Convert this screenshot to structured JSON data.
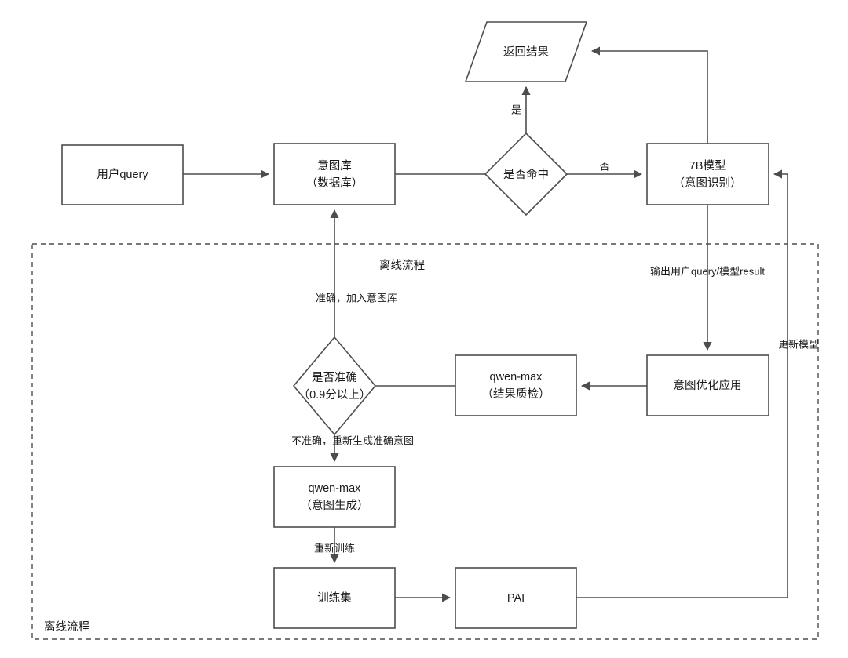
{
  "diagram": {
    "title": "意图识别与意图优化流程图",
    "background_color": "#ffffff",
    "stroke_color": "#4d4d4d",
    "text_color": "#1a1a1a",
    "groups": [
      {
        "id": "offline",
        "label_top": "离线流程",
        "label_bottom": "离线流程",
        "style": "dashed"
      }
    ],
    "nodes": {
      "user_query": {
        "line1": "用户query",
        "line2": "",
        "shape": "rect"
      },
      "intent_db": {
        "line1": "意图库",
        "line2": "（数据库）",
        "shape": "rect"
      },
      "hit_decision": {
        "line1": "是否命中",
        "line2": "",
        "shape": "diamond"
      },
      "return_result": {
        "line1": "返回结果",
        "line2": "",
        "shape": "parallelogram"
      },
      "model_7b": {
        "line1": "7B模型",
        "line2": "（意图识别）",
        "shape": "rect"
      },
      "intent_opt_app": {
        "line1": "意图优化应用",
        "line2": "",
        "shape": "rect"
      },
      "qwen_max_qc": {
        "line1": "qwen-max",
        "line2": "（结果质检）",
        "shape": "rect"
      },
      "accuracy_decision": {
        "line1": "是否准确",
        "line2": "（0.9分以上）",
        "shape": "diamond"
      },
      "qwen_max_gen": {
        "line1": "qwen-max",
        "line2": "（意图生成）",
        "shape": "rect"
      },
      "train_set": {
        "line1": "训练集",
        "line2": "",
        "shape": "rect"
      },
      "pai": {
        "line1": "PAI",
        "line2": "",
        "shape": "rect"
      }
    },
    "edge_labels": {
      "hit_yes": "是",
      "hit_no": "否",
      "output_query_result": "输出用户query/模型result",
      "update_model": "更新模型",
      "accurate_add_to_db": "准确，加入意图库",
      "inaccurate_regen": "不准确，重新生成准确意图",
      "retrain": "重新训练"
    }
  }
}
